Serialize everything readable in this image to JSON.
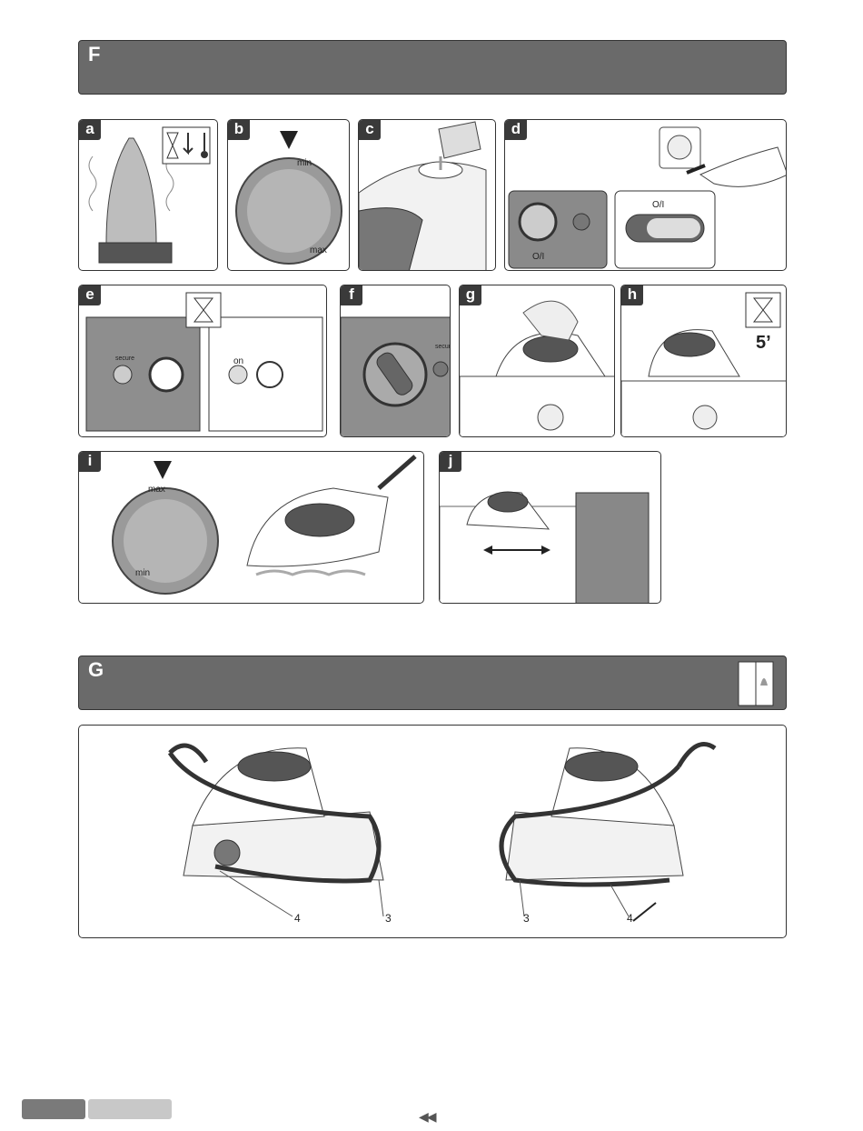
{
  "sections": {
    "F": {
      "letter": "F"
    },
    "G": {
      "letter": "G"
    }
  },
  "panels": {
    "a": "a",
    "b": "b",
    "c": "c",
    "d": "d",
    "e": "e",
    "f": "f",
    "g": "g",
    "h": "h",
    "i": "i",
    "j": "j"
  },
  "dial_labels": {
    "min": "min",
    "max": "max"
  },
  "button_labels": {
    "onoff": "O/I",
    "on": "on",
    "secure": "secure"
  },
  "wait_time": "5’",
  "callouts": {
    "left_4": "4",
    "left_3": "3",
    "right_3": "3",
    "right_4": "4"
  },
  "nav_glyph": "◀◀",
  "colors": {
    "header": "#6a6a6a",
    "dark": "#3a3a3a",
    "footer_dark": "#7a7a7a",
    "footer_light": "#c8c8c8"
  }
}
